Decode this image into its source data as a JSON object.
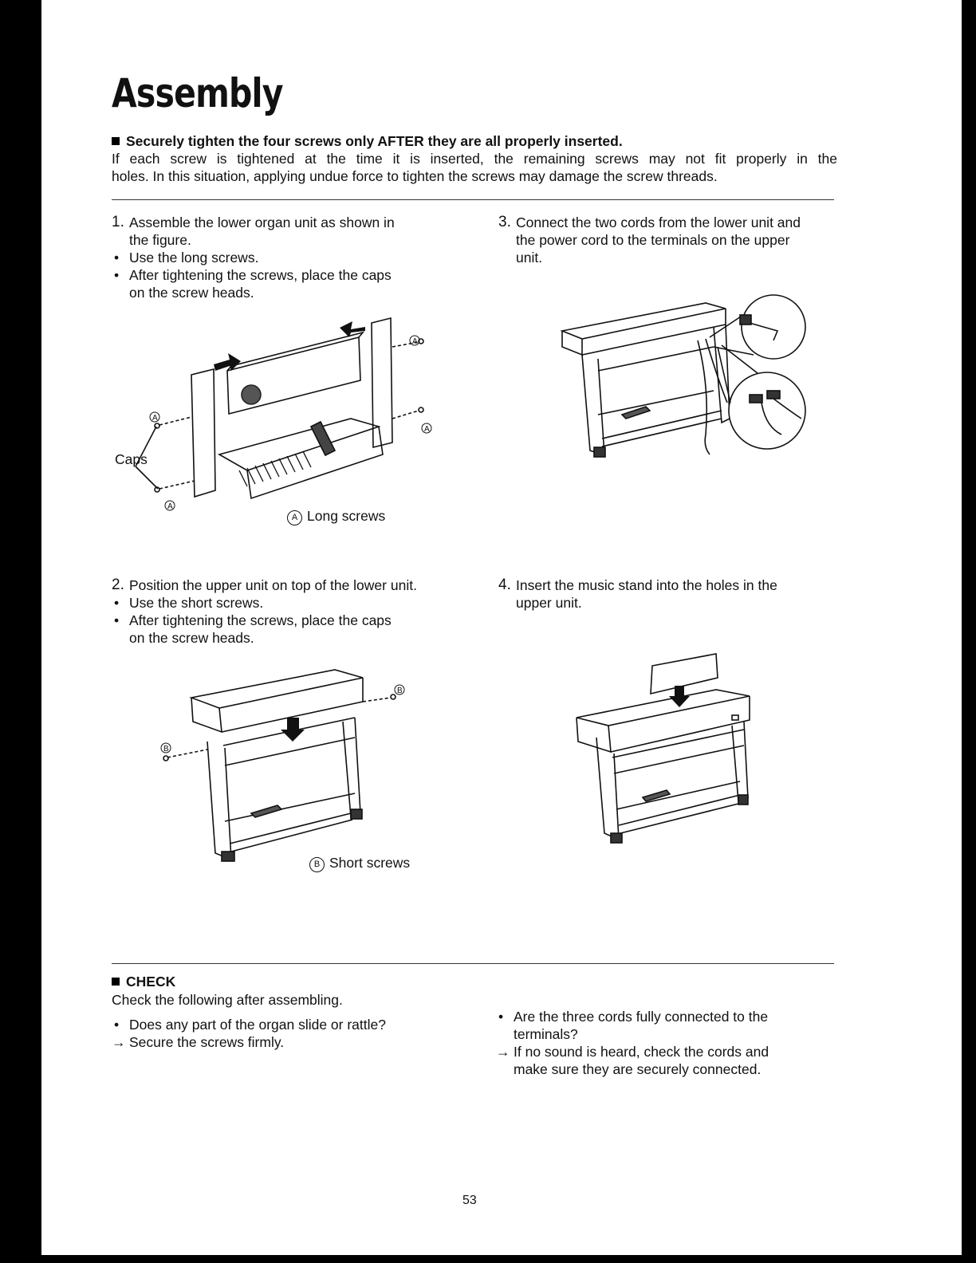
{
  "title": "Assembly",
  "intro": {
    "heading": "Securely tighten the four screws only AFTER they are all properly inserted.",
    "line1": "If each screw is tightened at the time it is inserted, the remaining screws may not fit properly in the",
    "line2": "holes. In this situation, applying undue force to tighten the screws may damage the screw threads."
  },
  "steps": [
    {
      "num": "1.",
      "line1": "Assemble the lower organ unit as shown in",
      "line2": "the figure.",
      "bullets": [
        "Use the long screws.",
        "After tightening the screws, place the caps",
        "on the screw heads."
      ]
    },
    {
      "num": "2.",
      "line1": "Position the upper unit on top of the lower unit.",
      "bullets": [
        "Use the short screws.",
        "After tightening the screws, place the caps",
        "on the screw heads."
      ]
    },
    {
      "num": "3.",
      "line1": "Connect the two cords from the lower unit and",
      "line2": "the power cord to the terminals on the upper",
      "line3": "unit."
    },
    {
      "num": "4.",
      "line1": "Insert the music stand into the holes in the",
      "line2": "upper unit."
    }
  ],
  "figures": {
    "fig1": {
      "caps_label": "Caps",
      "marker": "A",
      "caption": "Long screws"
    },
    "fig2": {
      "marker": "B",
      "caption": "Short screws"
    }
  },
  "check": {
    "heading": "CHECK",
    "intro": "Check the following after assembling.",
    "left": {
      "question": "Does any part of the organ slide or rattle?",
      "answer": "Secure the screws firmly."
    },
    "right": {
      "q1": "Are the three cords fully connected to the",
      "q2": "terminals?",
      "a1": "If no sound is heard, check the cords and",
      "a2": "make sure they are securely connected."
    }
  },
  "page_number": "53"
}
